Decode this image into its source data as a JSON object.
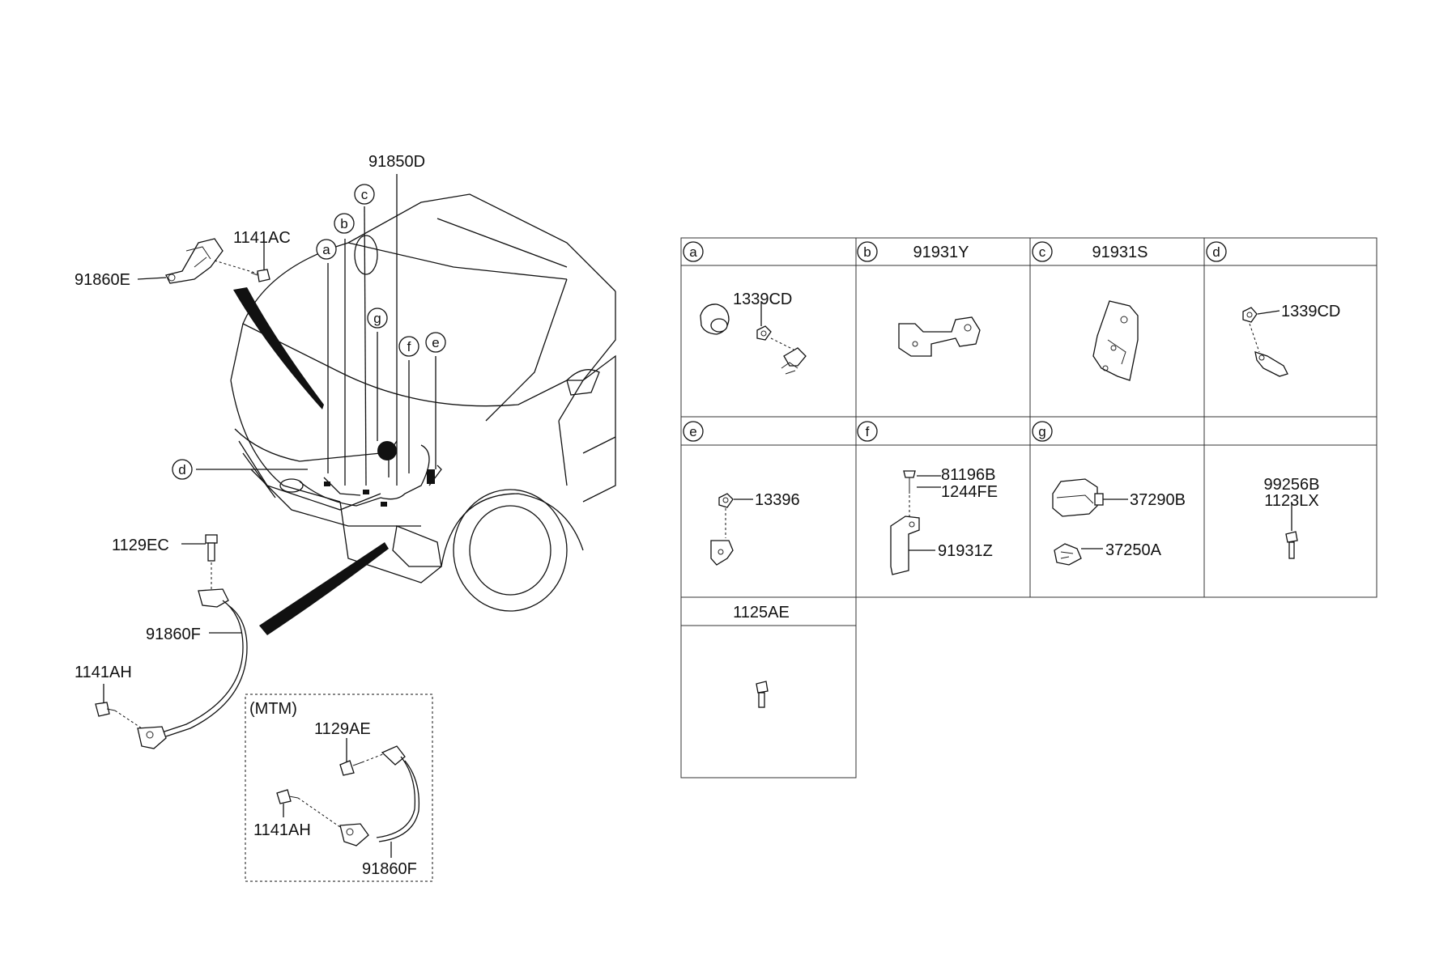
{
  "callouts": {
    "p91850D": "91850D",
    "p1141AC": "1141AC",
    "p91860E": "91860E",
    "p1129EC": "1129EC",
    "p91860F_main": "91860F",
    "p1141AH_main": "1141AH",
    "mtm": "(MTM)",
    "p1129AE": "1129AE",
    "p1141AH_mtm": "1141AH",
    "p91860F_mtm": "91860F"
  },
  "letters": {
    "a": "a",
    "b": "b",
    "c": "c",
    "d": "d",
    "e": "e",
    "f": "f",
    "g": "g"
  },
  "table": {
    "cells": [
      {
        "letter": "a",
        "title": "",
        "parts": [
          "1339CD"
        ]
      },
      {
        "letter": "b",
        "title": "91931Y",
        "parts": []
      },
      {
        "letter": "c",
        "title": "91931S",
        "parts": []
      },
      {
        "letter": "d",
        "title": "",
        "parts": [
          "1339CD"
        ]
      },
      {
        "letter": "e",
        "title": "",
        "parts": [
          "13396"
        ]
      },
      {
        "letter": "f",
        "title": "",
        "parts": [
          "81196B",
          "1244FE",
          "91931Z"
        ]
      },
      {
        "letter": "g",
        "title": "",
        "parts": [
          "37290B",
          "37250A"
        ]
      },
      {
        "letter": "",
        "title": "",
        "parts": [
          "99256B",
          "1123LX"
        ]
      },
      {
        "letter": "",
        "title": "1125AE",
        "parts": []
      }
    ]
  }
}
